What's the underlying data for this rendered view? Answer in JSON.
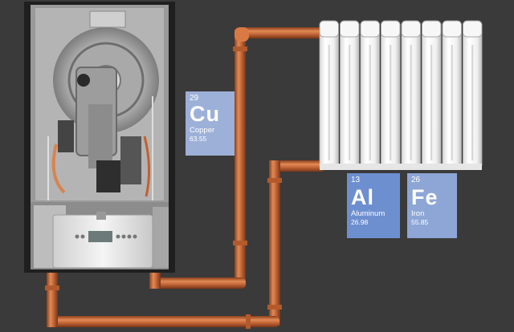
{
  "colors": {
    "background": "#3a3a3a",
    "copper_pipe": "#c66a3a",
    "radiator": "#f2f2f2",
    "copper_tile": "#9db0d8",
    "aluminum_tile": "#6d8fd0",
    "iron_tile": "#8da6d6"
  },
  "elements": {
    "copper": {
      "number": "29",
      "symbol": "Cu",
      "name": "Copper",
      "mass": "63.55"
    },
    "aluminum": {
      "number": "13",
      "symbol": "Al",
      "name": "Aluminum",
      "mass": "26.98"
    },
    "iron": {
      "number": "26",
      "symbol": "Fe",
      "name": "Iron",
      "mass": "55.85"
    }
  },
  "boiler_display": {
    "icons": [
      "button",
      "button",
      "button",
      "button",
      "button",
      "button"
    ]
  }
}
